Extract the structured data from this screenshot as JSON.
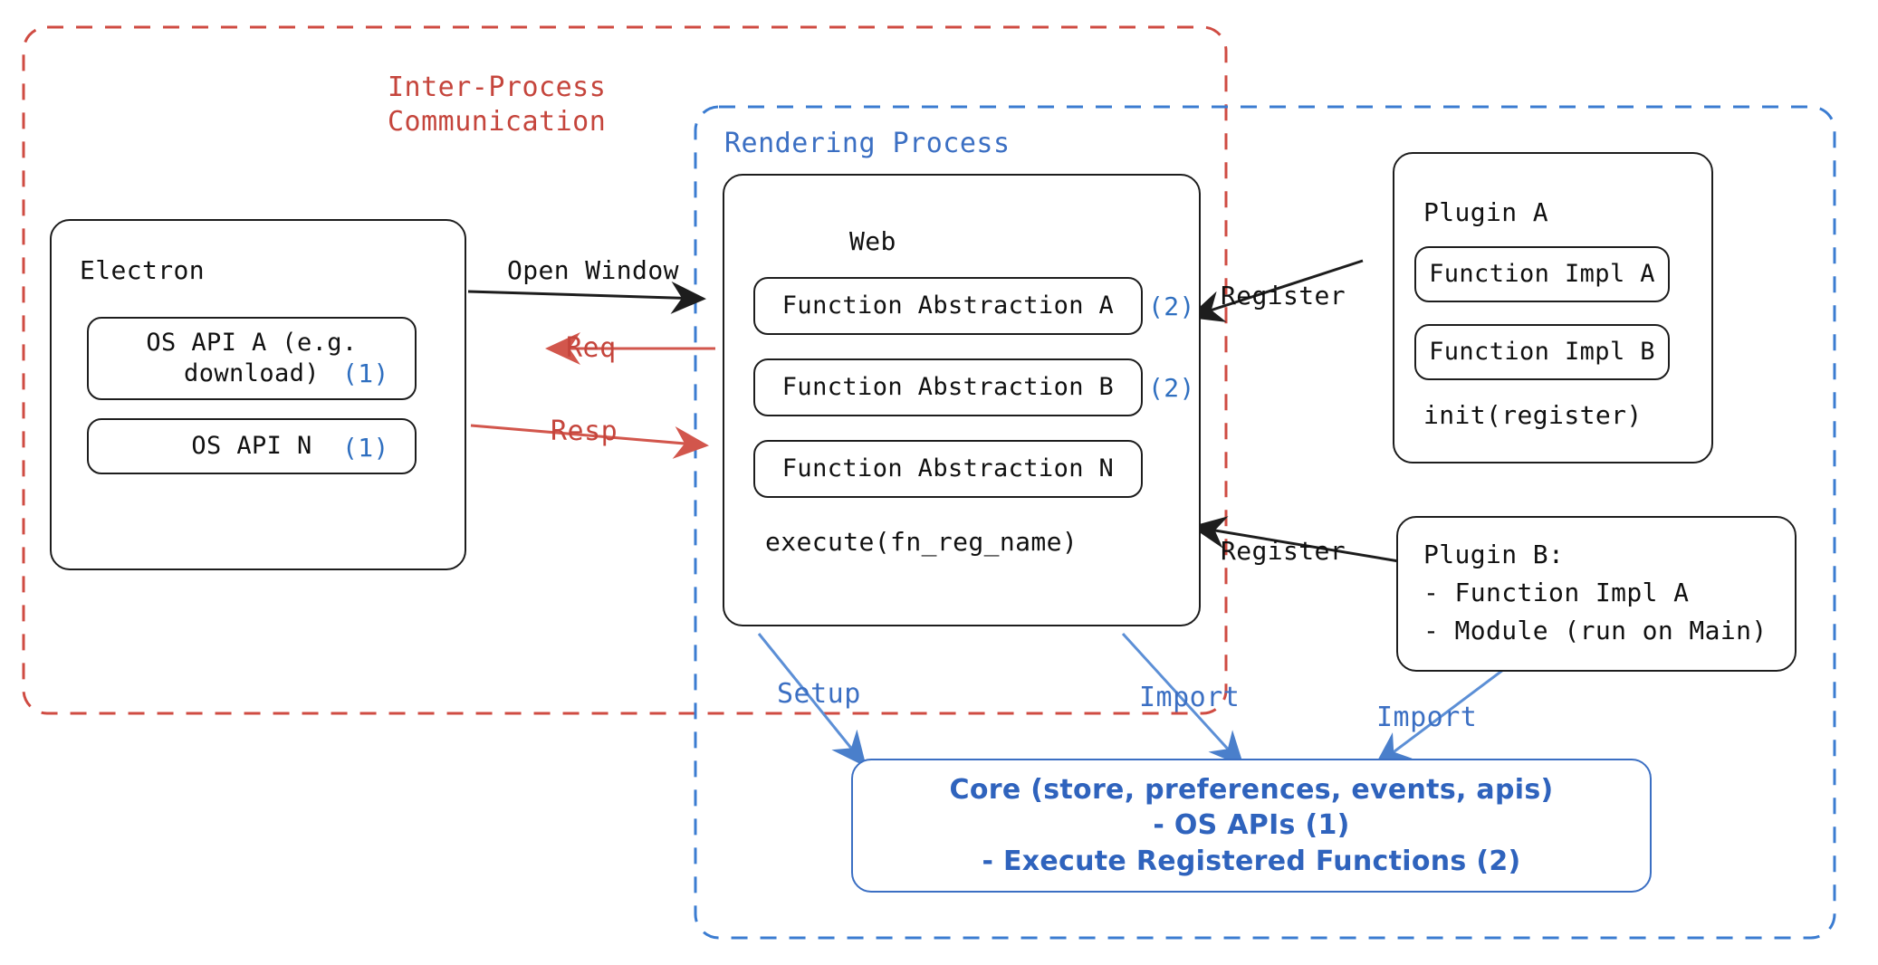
{
  "diagram": {
    "title": "Electron plugin architecture",
    "colors": {
      "ipc_red": "#c5453c",
      "render_blue": "#3b6fc3",
      "marker_blue": "#2f6fc0",
      "node_black": "#1d1d1d"
    }
  },
  "boundaries": {
    "ipc": {
      "label": "Inter-Process\nCommunication",
      "style": "dashed",
      "color": "#c5453c"
    },
    "rendering": {
      "label": "Rendering Process",
      "style": "dashed",
      "color": "#3b6fc3"
    }
  },
  "electron": {
    "title": "Electron",
    "apis": [
      {
        "label": "OS API A (e.g.\ndownload)",
        "marker": "(1)"
      },
      {
        "label": "OS API N",
        "marker": "(1)"
      }
    ]
  },
  "web": {
    "title": "Web",
    "abstractions": [
      {
        "label": "Function Abstraction A",
        "marker": "(2)"
      },
      {
        "label": "Function Abstraction B",
        "marker": "(2)"
      },
      {
        "label": "Function Abstraction N",
        "marker": ""
      }
    ],
    "footer": "execute(fn_reg_name)"
  },
  "plugin_a": {
    "title": "Plugin A",
    "impls": [
      {
        "label": "Function Impl A"
      },
      {
        "label": "Function Impl B"
      }
    ],
    "footer": "init(register)"
  },
  "plugin_b": {
    "lines": "Plugin B:\n- Function Impl A\n- Module (run on Main)"
  },
  "core": {
    "line1": "Core (store, preferences, events, apis)",
    "line2": "- OS APIs (1)",
    "line3": "- Execute Registered Functions (2)"
  },
  "edges": {
    "open_window": "Open Window",
    "req": "Req",
    "resp": "Resp",
    "register_a": "Register",
    "register_b": "Register",
    "setup": "Setup",
    "import_web": "Import",
    "import_plugin": "Import"
  }
}
